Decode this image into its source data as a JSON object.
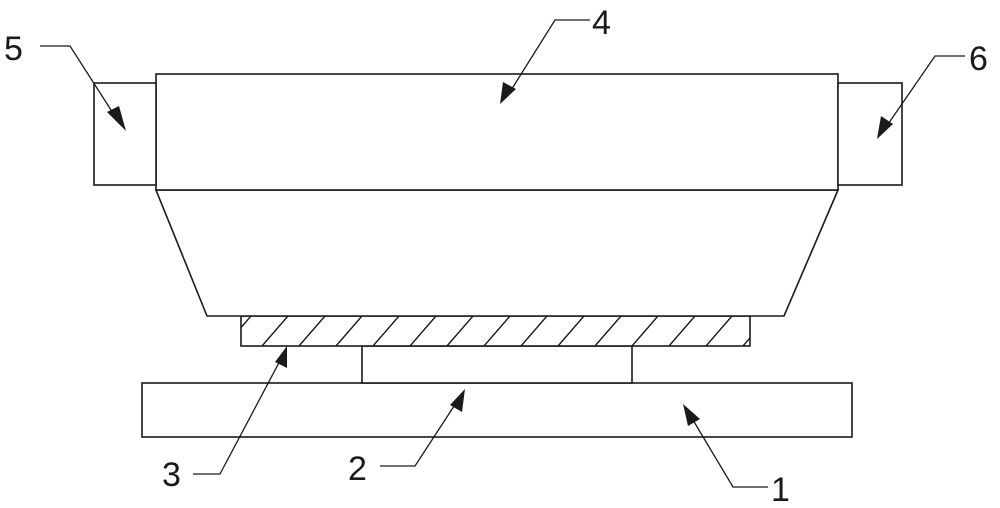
{
  "callouts": {
    "part_1": "1",
    "part_2": "2",
    "part_3": "3",
    "part_4": "4",
    "part_5": "5",
    "part_6": "6"
  },
  "colors": {
    "line": "#1a1a1a",
    "background": "#ffffff"
  }
}
